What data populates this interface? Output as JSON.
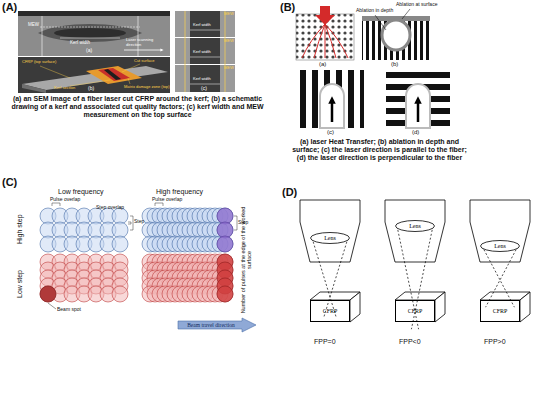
{
  "diagram": {
    "nodes": [
      {
        "text": [
          "Beam travel direction"
        ]
      },
      {
        "text": [
          "Lens"
        ]
      },
      {
        "text": [
          "CFRP"
        ]
      },
      {
        "text": [
          "Lens"
        ]
      },
      {
        "text": [
          "CFRP"
        ]
      },
      {
        "text": [
          "Lens"
        ]
      },
      {
        "text": [
          "CFRP"
        ]
      }
    ],
    "labels": [
      "(A)",
      "(a)",
      "(b)",
      "(c)",
      "MEW",
      "Kerf width",
      "Laser scanning direction",
      "CFRP (top surface)",
      "Cut surface",
      "Kerf section",
      "Matrix damage zone (top)",
      "Kerf width",
      "MEW",
      "Kerf width",
      "MEW",
      "Kerf width",
      "MEW",
      "(a) an SEM image of a fiber laser cut CFRP around the kerf; (b) a schematic drawing of a kerf and associated cut quality factors; (c) kerf width and MEW measurement on the top surface",
      "(B)",
      "(a)",
      "(b)",
      "Ablation in depth",
      "Ablation at surface",
      "(c)",
      "(d)",
      "(a) laser Heat Transfer; (b) ablation in depth and surface; (c) the laser direction is parallel to the fiber; (d) the laser direction is perpendicular to the fiber",
      "(C)",
      "Low frequency",
      "High frequency",
      "High step",
      "Low step",
      "Pulse overlap",
      "Pulse overlap",
      "Step overlap",
      "Step",
      "Step",
      "Beam spot",
      "Number of pulses at the edge of the worked surface",
      "(D)",
      "FPP=0",
      "FPP<0",
      "FPP>0"
    ]
  }
}
